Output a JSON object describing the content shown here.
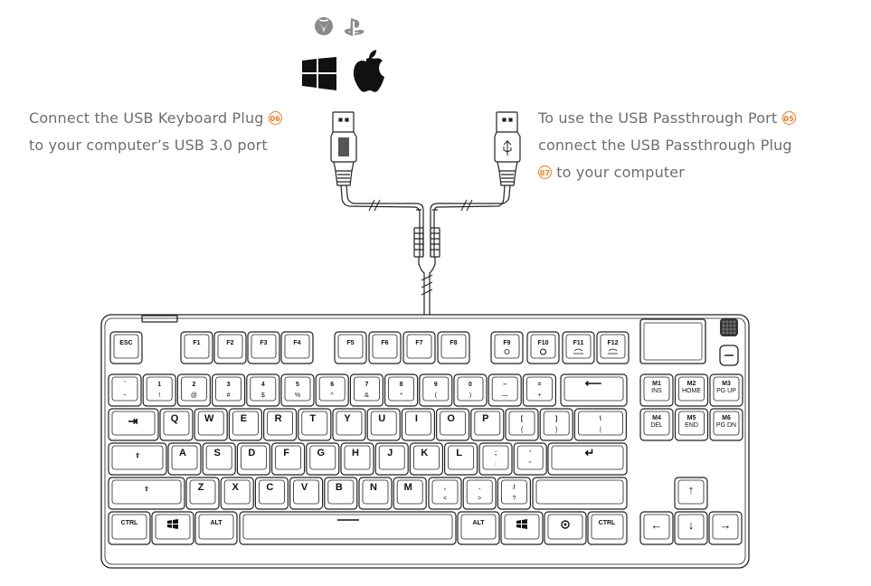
{
  "platform_icons": {
    "row1": [
      "xbox-logo-icon",
      "playstation-logo-icon"
    ],
    "row2": [
      "windows-logo-icon",
      "apple-logo-icon"
    ]
  },
  "left_caption": {
    "line1": "Connect the USB Keyboard Plug",
    "badge": "06",
    "line2": "to your computer’s USB 3.0 port"
  },
  "right_caption": {
    "line1": "To use the USB Passthrough Port",
    "badge1": "05",
    "line2": "connect the USB Passthrough Plug",
    "badge2": "07",
    "line3": "to your computer"
  },
  "colors": {
    "accent": "#f07a1e",
    "caption_text": "#6e6e6e",
    "line": "#222222"
  },
  "keyboard": {
    "function_row": [
      "ESC",
      "F1",
      "F2",
      "F3",
      "F4",
      "F5",
      "F6",
      "F7",
      "F8",
      "F9",
      "F10",
      "F11",
      "F12"
    ],
    "number_row": [
      {
        "top": "`",
        "bottom": "~"
      },
      {
        "top": "1",
        "bottom": "!"
      },
      {
        "top": "2",
        "bottom": "@"
      },
      {
        "top": "3",
        "bottom": "#"
      },
      {
        "top": "4",
        "bottom": "$"
      },
      {
        "top": "5",
        "bottom": "%"
      },
      {
        "top": "6",
        "bottom": "^"
      },
      {
        "top": "7",
        "bottom": "&"
      },
      {
        "top": "8",
        "bottom": "*"
      },
      {
        "top": "9",
        "bottom": "("
      },
      {
        "top": "0",
        "bottom": ")"
      },
      {
        "top": "–",
        "bottom": "—"
      },
      {
        "top": "=",
        "bottom": "+"
      }
    ],
    "qwerty_row": [
      "Q",
      "W",
      "E",
      "R",
      "T",
      "Y",
      "U",
      "I",
      "O",
      "P"
    ],
    "qwerty_punct": [
      {
        "top": "[",
        "bottom": "{"
      },
      {
        "top": "]",
        "bottom": "}"
      },
      {
        "top": "\\",
        "bottom": "|"
      }
    ],
    "home_row": [
      "A",
      "S",
      "D",
      "F",
      "G",
      "H",
      "J",
      "K",
      "L"
    ],
    "home_punct": [
      {
        "top": ";",
        "bottom": ":"
      },
      {
        "top": "'",
        "bottom": "\""
      }
    ],
    "bottom_letters": [
      "Z",
      "X",
      "C",
      "V",
      "B",
      "N",
      "M"
    ],
    "bottom_punct": [
      {
        "top": ",",
        "bottom": "<"
      },
      {
        "top": ".",
        "bottom": ">"
      },
      {
        "top": "/",
        "bottom": "?"
      }
    ],
    "modifiers": {
      "ctrl_left": "CTRL",
      "alt_left": "ALT",
      "alt_right": "ALT",
      "ctrl_right": "CTRL"
    },
    "macro_keys": [
      {
        "top": "M1",
        "bottom": "INS"
      },
      {
        "top": "M2",
        "bottom": "HOME"
      },
      {
        "top": "M3",
        "bottom": "PG UP"
      },
      {
        "top": "M4",
        "bottom": "DEL"
      },
      {
        "top": "M5",
        "bottom": "END"
      },
      {
        "top": "M6",
        "bottom": "PG DN"
      }
    ],
    "arrows": {
      "up": "↑",
      "left": "←",
      "down": "↓",
      "right": "→"
    },
    "special_glyphs": {
      "backspace": "⟵",
      "tab": "⇥",
      "caps": "⇪",
      "shift": "⇧",
      "enter": "↵"
    }
  }
}
